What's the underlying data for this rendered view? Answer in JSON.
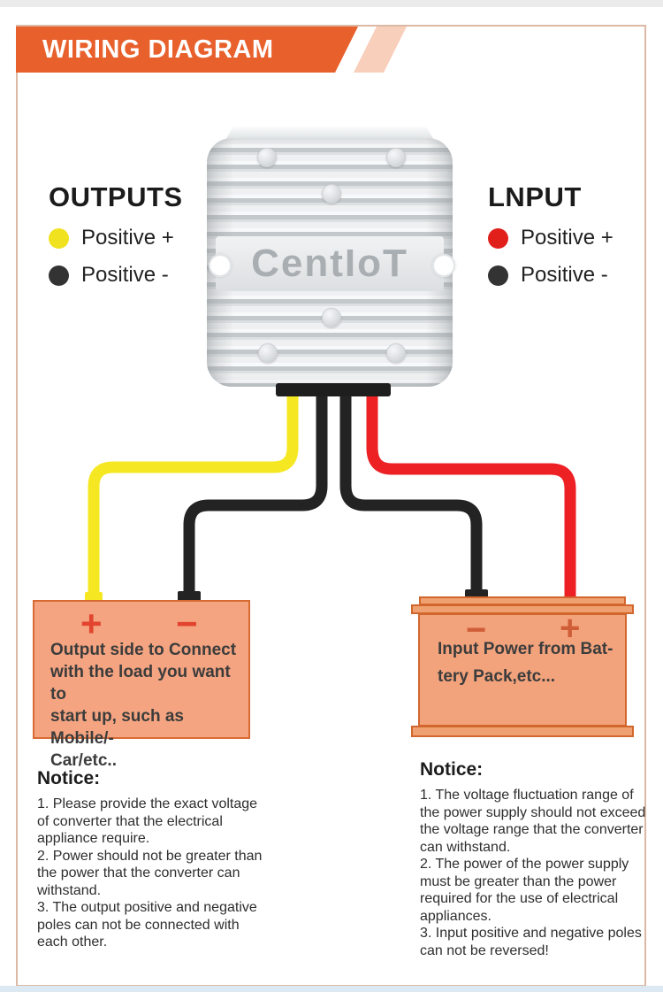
{
  "header": {
    "title": "WIRING DIAGRAM"
  },
  "colors": {
    "banner_orange": "#e8602c",
    "banner_stripe": "#f8cfba",
    "frame_border": "#dcb9a4",
    "wire_yellow": "#f5e823",
    "wire_red": "#ed2024",
    "wire_black": "#232323",
    "box_fill": "#f4a480",
    "box_border": "#d96a33",
    "terminal_red": "#e2442f",
    "device_brand_gray": "#a9aeb2",
    "legend_yellow": "#f0e21f",
    "legend_red": "#e1201b",
    "legend_black": "#333333"
  },
  "output_legend": {
    "title": "OUTPUTS",
    "items": [
      {
        "icon": "yellow-dot",
        "label": "Positive +"
      },
      {
        "icon": "black-dot",
        "label": "Positive -"
      }
    ]
  },
  "input_legend": {
    "title": "LNPUT",
    "items": [
      {
        "icon": "red-dot",
        "label": "Positive +"
      },
      {
        "icon": "black-dot",
        "label": "Positive -"
      }
    ]
  },
  "device": {
    "brand": "CentIoT"
  },
  "load_box": {
    "plus": "+",
    "minus": "−",
    "lines": [
      "Output side to Connect",
      "with the load you want to",
      "start up, such as Mobile/-",
      "Car/etc.."
    ]
  },
  "battery_box": {
    "minus": "−",
    "plus": "+",
    "lines": [
      "Input Power from Bat-",
      "tery Pack,etc..."
    ]
  },
  "left_notice": {
    "heading": "Notice:",
    "items": [
      "1. Please provide the exact voltage of converter that the electrical appliance require.",
      "2. Power should not be greater than the power that the converter can withstand.",
      "3. The output positive and negative poles can not be connected with each other."
    ]
  },
  "right_notice": {
    "heading": "Notice:",
    "items": [
      "1. The voltage fluctuation range of the power supply should not exceed the voltage range that the converter can withstand.",
      "2. The power of the power supply must be greater than the power required for the use of electrical appliances.",
      "3. Input positive and negative poles can not be reversed!"
    ]
  }
}
